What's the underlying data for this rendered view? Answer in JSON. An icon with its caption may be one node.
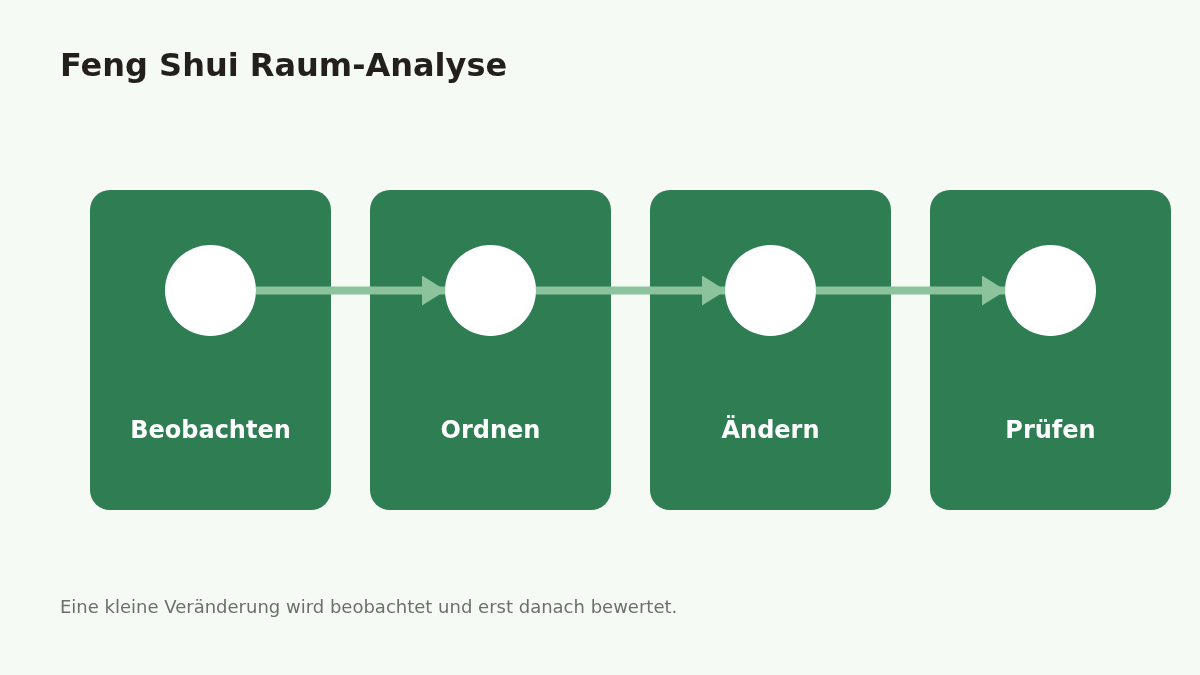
{
  "diagram": {
    "title": "Feng Shui Raum-Analyse",
    "caption": "Eine kleine Veränderung wird beobachtet und erst danach bewertet.",
    "nodes": [
      {
        "text": [
          "Beobachten"
        ]
      },
      {
        "text": [],
        "shape": "circle",
        "in": 0
      },
      {
        "text": [
          "Ordnen"
        ]
      },
      {
        "text": [],
        "shape": "circle",
        "in": 2
      },
      {
        "text": [
          "Ändern"
        ]
      },
      {
        "text": [],
        "shape": "circle",
        "in": 4
      },
      {
        "text": [
          "Prüfen"
        ]
      },
      {
        "text": [],
        "shape": "circle",
        "in": 6
      }
    ],
    "edges": [
      {
        "from": 1,
        "to": 3,
        "arrow": "to"
      },
      {
        "from": 3,
        "to": 5,
        "arrow": "to"
      },
      {
        "from": 5,
        "to": 7,
        "arrow": "to"
      }
    ]
  }
}
